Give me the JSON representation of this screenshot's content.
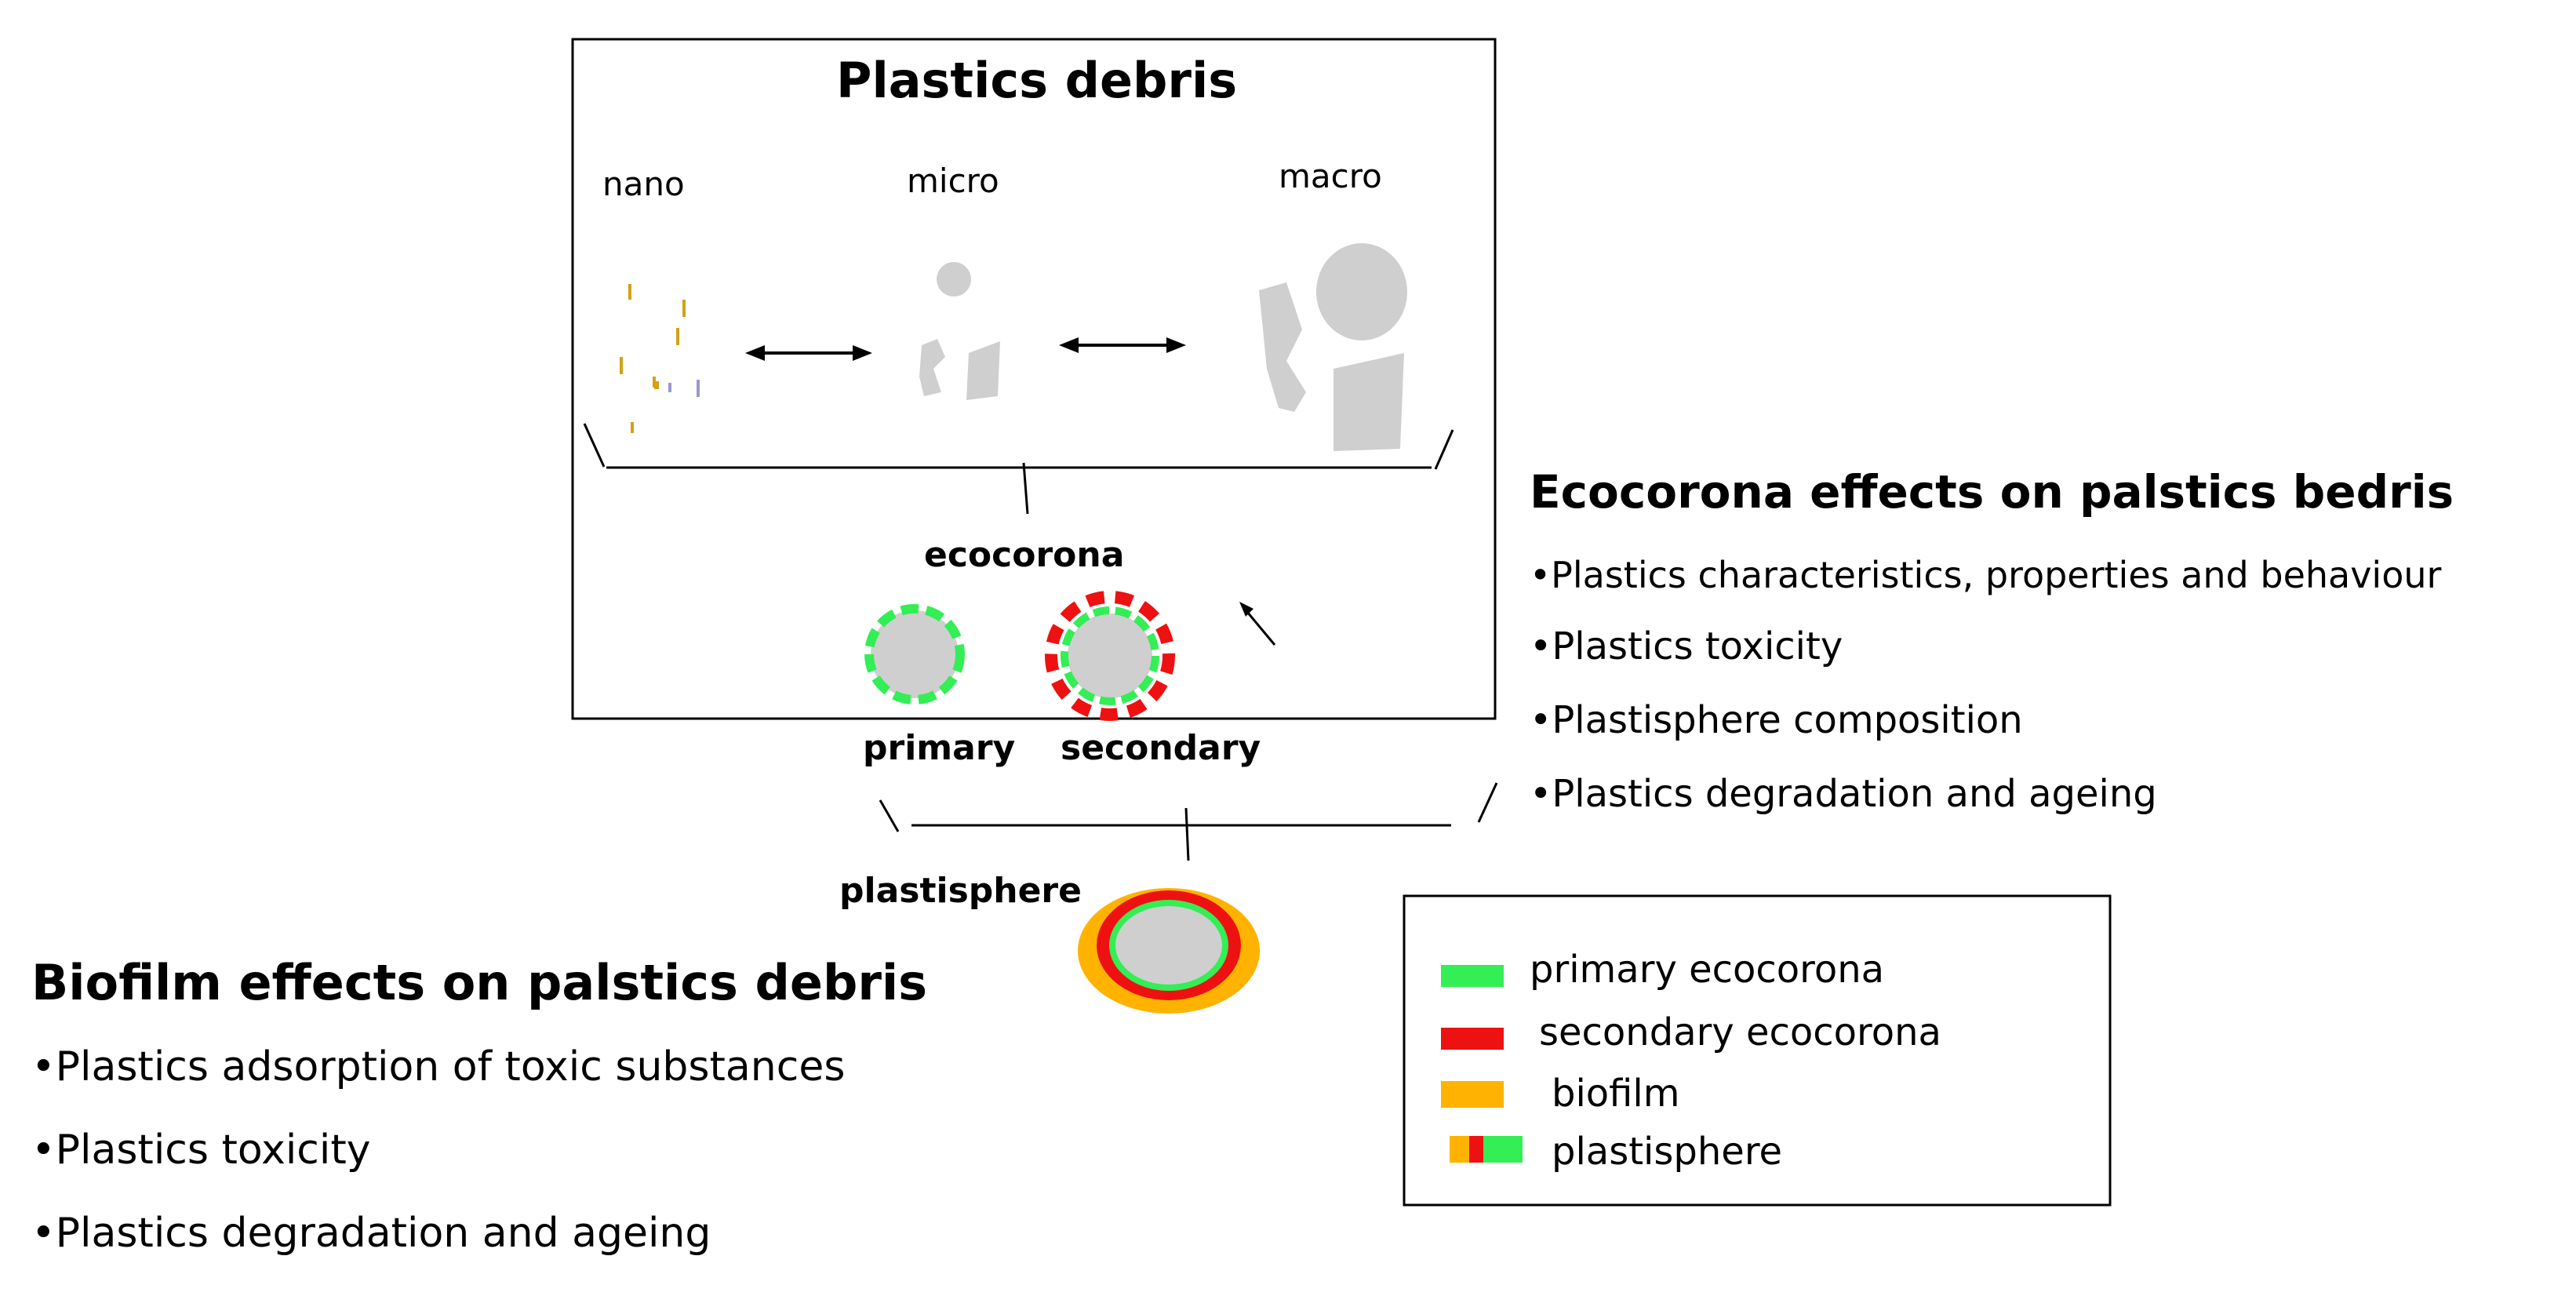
{
  "box": {
    "title": "Plastics debris",
    "sizes": [
      "nano",
      "micro",
      "macro"
    ],
    "ecocorona_label": "ecocorona"
  },
  "corona_labels": {
    "primary": "primary",
    "secondary": "secondary"
  },
  "plastisphere_label": "plastisphere",
  "ecocorona_effects": {
    "heading": "Ecocorona effects on palstics bedris",
    "items": [
      "•Plastics characteristics,  properties and behaviour",
      "•Plastics toxicity",
      "•Plastisphere  composition",
      "•Plastics  degradation and ageing"
    ]
  },
  "biofilm_effects": {
    "heading": "Biofilm effects on palstics debris",
    "items": [
      "•Plastics adsorption of toxic substances",
      "•Plastics toxicity",
      "•Plastics degradation and ageing"
    ]
  },
  "legend": {
    "items": [
      {
        "label": "primary ecocorona",
        "color": "#33ee55"
      },
      {
        "label": "secondary  ecocorona",
        "color": "#ee1111"
      },
      {
        "label": "biofilm",
        "color": "#ffb300"
      },
      {
        "label": "plastisphere",
        "colors": [
          "#ffb300",
          "#ee1111",
          "#33ee55"
        ]
      }
    ]
  },
  "colors": {
    "particle_gray": "#cfcfcf",
    "primary": "#33ee55",
    "secondary": "#ee1111",
    "biofilm": "#ffb300",
    "nano_dots": "#d4a017"
  }
}
